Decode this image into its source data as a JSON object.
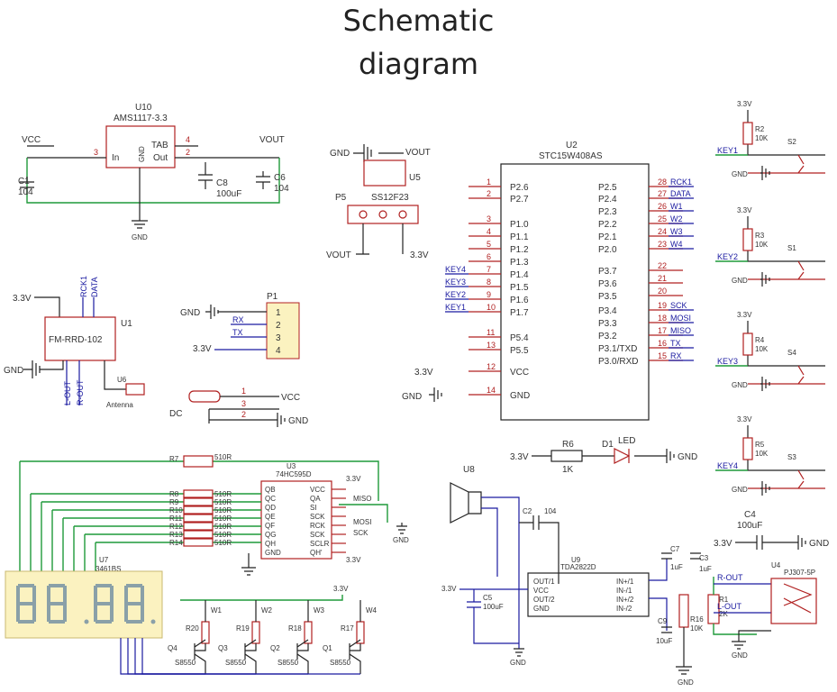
{
  "title": {
    "line1": "Schematic",
    "line2": "diagram"
  },
  "power": {
    "vcc": "VCC",
    "vout": "VOUT",
    "gnd": "GND",
    "v33": "3.3V",
    "dc": "DC"
  },
  "u10": {
    "ref": "U10",
    "part": "AMS1117-3.3",
    "in": "In",
    "gnd": "GND",
    "tab": "TAB",
    "out": "Out",
    "c1": "C1",
    "c1v": "104",
    "c8": "C8",
    "c8v": "100uF",
    "c6": "C6",
    "c6v": "104"
  },
  "u5": {
    "ref": "U5",
    "p5": "P5",
    "part": "SS12F23"
  },
  "u1": {
    "ref": "U1",
    "part": "FM-RRD-102",
    "u6": "U6",
    "antenna": "Antenna",
    "top_nets": [
      "RCK1",
      "DATA"
    ],
    "bottom_nets": [
      "L-OUT",
      "R-OUT"
    ]
  },
  "p1": {
    "ref": "P1",
    "nets": [
      "RX",
      "TX"
    ],
    "pins": [
      "1",
      "2",
      "3",
      "4"
    ]
  },
  "u2": {
    "ref": "U2",
    "part": "STC15W408AS",
    "left": [
      {
        "n": "1",
        "l": "P2.6"
      },
      {
        "n": "2",
        "l": "P2.7"
      },
      {
        "n": "3",
        "l": "P1.0"
      },
      {
        "n": "4",
        "l": "P1.1"
      },
      {
        "n": "5",
        "l": "P1.2"
      },
      {
        "n": "6",
        "l": "P1.3"
      },
      {
        "n": "7",
        "l": "P1.4",
        "net": "KEY4"
      },
      {
        "n": "8",
        "l": "P1.5",
        "net": "KEY3"
      },
      {
        "n": "9",
        "l": "P1.6",
        "net": "KEY2"
      },
      {
        "n": "10",
        "l": "P1.7",
        "net": "KEY1"
      },
      {
        "n": "11",
        "l": "P5.4"
      },
      {
        "n": "13",
        "l": "P5.5"
      },
      {
        "n": "12",
        "l": "VCC"
      },
      {
        "n": "14",
        "l": "GND"
      }
    ],
    "right": [
      {
        "n": "28",
        "l": "P2.5",
        "net": "RCK1"
      },
      {
        "n": "27",
        "l": "P2.4",
        "net": "DATA"
      },
      {
        "n": "26",
        "l": "P2.3",
        "net": "W1"
      },
      {
        "n": "25",
        "l": "P2.2",
        "net": "W2"
      },
      {
        "n": "24",
        "l": "P2.1",
        "net": "W3"
      },
      {
        "n": "23",
        "l": "P2.0",
        "net": "W4"
      },
      {
        "n": "22",
        "l": "P3.7"
      },
      {
        "n": "21",
        "l": "P3.6"
      },
      {
        "n": "20",
        "l": "P3.5"
      },
      {
        "n": "19",
        "l": "P3.4",
        "net": "SCK"
      },
      {
        "n": "18",
        "l": "P3.3",
        "net": "MOSI"
      },
      {
        "n": "17",
        "l": "P3.2",
        "net": "MISO"
      },
      {
        "n": "16",
        "l": "P3.1/TXD",
        "net": "TX"
      },
      {
        "n": "15",
        "l": "P3.0/RXD",
        "net": "RX"
      }
    ]
  },
  "switches": [
    {
      "r": "R2",
      "rv": "10K",
      "s": "S2",
      "key": "KEY1"
    },
    {
      "r": "R3",
      "rv": "10K",
      "s": "S1",
      "key": "KEY2"
    },
    {
      "r": "R4",
      "rv": "10K",
      "s": "S4",
      "key": "KEY3"
    },
    {
      "r": "R5",
      "rv": "10K",
      "s": "S3",
      "key": "KEY4"
    }
  ],
  "led": {
    "r": "R6",
    "rv": "1K",
    "d": "D1",
    "label": "LED"
  },
  "u3": {
    "ref": "U3",
    "part": "74HC595D",
    "left": [
      "QB",
      "QC",
      "QD",
      "QE",
      "QF",
      "QG",
      "QH",
      "GND"
    ],
    "right": [
      "VCC",
      "QA",
      "SI",
      "SCK",
      "RCK",
      "SCK",
      "SCLR",
      "QH'"
    ],
    "nets": [
      "MISO",
      "MOSI",
      "SCK"
    ]
  },
  "resistors_top": {
    "r7": "R7",
    "val": "510R",
    "list": [
      "R8",
      "R9",
      "R10",
      "R11",
      "R12",
      "R13",
      "R14"
    ]
  },
  "u7": {
    "ref": "U7",
    "part": "3461BS"
  },
  "transistors": [
    {
      "q": "Q4",
      "r": "R20",
      "w": "W1",
      "t": "S8550"
    },
    {
      "q": "Q3",
      "r": "R19",
      "w": "W2",
      "t": "S8550"
    },
    {
      "q": "Q2",
      "r": "R18",
      "w": "W3",
      "t": "S8550"
    },
    {
      "q": "Q1",
      "r": "R17",
      "w": "W4",
      "t": "S8550"
    }
  ],
  "amp": {
    "u8": "U8",
    "u9": "U9",
    "part": "TDA2822D",
    "c2": "C2",
    "c2v": "104",
    "c5": "C5",
    "c5v": "100uF",
    "c7": "C7",
    "c7v": "1uF",
    "c3": "C3",
    "c3v": "1uF",
    "c9": "C9",
    "c9v": "10uF",
    "r16": "R16",
    "r16v": "10K",
    "r1": "R1",
    "r1v": "2K",
    "c4": "C4",
    "c4v": "100uF",
    "u4": "U4",
    "jack": "PJ307-5P",
    "pins_left": [
      "OUT/1",
      "VCC",
      "OUT/2",
      "GND"
    ],
    "pins_right": [
      "IN+/1",
      "IN-/1",
      "IN+/2",
      "IN-/2"
    ],
    "nets": [
      "R-OUT",
      "L-OUT"
    ]
  }
}
